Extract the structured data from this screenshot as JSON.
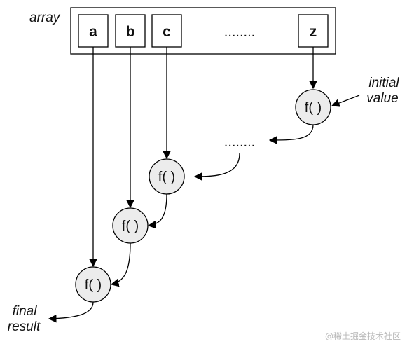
{
  "labels": {
    "array": "array",
    "initial_line1": "initial",
    "initial_line2": "value",
    "final_line1": "final",
    "final_line2": "result"
  },
  "cells": [
    {
      "id": "a",
      "text": "a"
    },
    {
      "id": "b",
      "text": "b"
    },
    {
      "id": "c",
      "text": "c"
    },
    {
      "id": "ellipsis",
      "text": "........"
    },
    {
      "id": "z",
      "text": "z"
    }
  ],
  "functions": [
    {
      "id": "f-z",
      "text": "f( )"
    },
    {
      "id": "f-c",
      "text": "f( )"
    },
    {
      "id": "f-b",
      "text": "f( )"
    },
    {
      "id": "f-a",
      "text": "f( )"
    }
  ],
  "middle_ellipsis": "........",
  "watermark": "@稀土掘金技术社区",
  "colors": {
    "node_fill": "#ececec",
    "stroke": "#000000"
  }
}
